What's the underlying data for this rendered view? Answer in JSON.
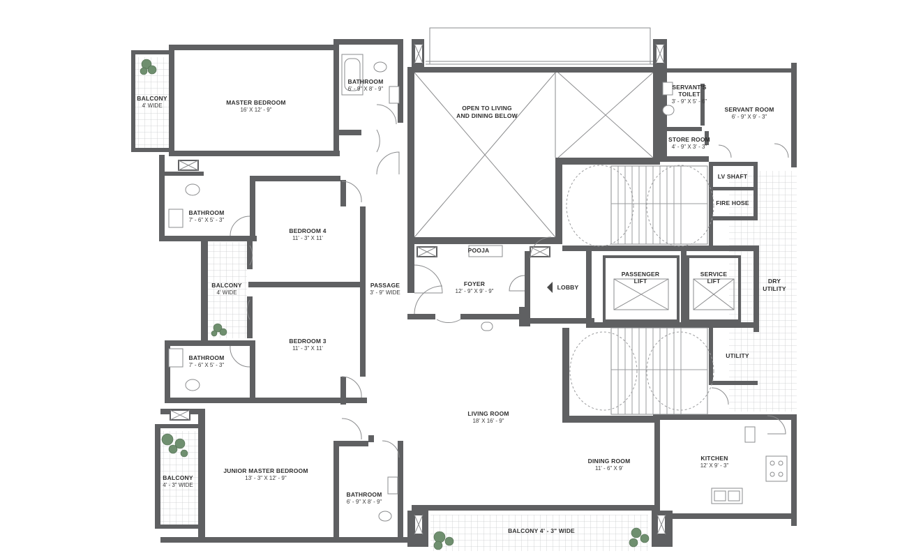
{
  "rooms": {
    "balcony_master": {
      "name": "BALCONY",
      "dim": "4' WIDE"
    },
    "master_bedroom": {
      "name": "MASTER BEDROOM",
      "dim": "16' X 12' - 9\""
    },
    "bathroom_master": {
      "name": "BATHROOM",
      "dim": "6' - 9\" X 8' - 9\""
    },
    "open_to_living": {
      "line1": "OPEN TO LIVING",
      "line2": "AND DINING BELOW"
    },
    "servants_toilet": {
      "line1": "SERVANT'S",
      "line2": "TOILET",
      "dim": "3' - 9\" X 5' - 6\""
    },
    "servant_room": {
      "name": "SERVANT ROOM",
      "dim": "6' - 9\" X 9' - 3\""
    },
    "store_room": {
      "name": "STORE ROOM",
      "dim": "4' - 9\" X 3' - 3\""
    },
    "lv_shaft": {
      "name": "LV SHAFT"
    },
    "fire_hose": {
      "name": "FIRE HOSE"
    },
    "bathroom_4": {
      "name": "BATHROOM",
      "dim": "7' - 6\" X 5' - 3\""
    },
    "bedroom_4": {
      "name": "BEDROOM 4",
      "dim": "11' - 3\" X 11'"
    },
    "pooja": {
      "name": "POOJA"
    },
    "balcony_mid": {
      "name": "BALCONY",
      "dim": "4' WIDE"
    },
    "passage": {
      "name": "PASSAGE",
      "dim": "3' - 9\" WIDE"
    },
    "foyer": {
      "name": "FOYER",
      "dim": "12' - 9\" X 9' - 9\""
    },
    "lobby": {
      "name": "LOBBY"
    },
    "passenger_lift": {
      "line1": "PASSENGER",
      "line2": "LIFT"
    },
    "service_lift": {
      "line1": "SERVICE",
      "line2": "LIFT"
    },
    "dry_utility": {
      "line1": "DRY",
      "line2": "UTILITY"
    },
    "bathroom_3": {
      "name": "BATHROOM",
      "dim": "7' - 6\" X 5' - 3\""
    },
    "bedroom_3": {
      "name": "BEDROOM 3",
      "dim": "11' - 3\" X 11'"
    },
    "utility": {
      "name": "UTILITY"
    },
    "living_room": {
      "name": "LIVING ROOM",
      "dim": "18' X 16' - 9\""
    },
    "dining_room": {
      "name": "DINING ROOM",
      "dim": "11' - 6\" X 9'"
    },
    "kitchen": {
      "name": "KITCHEN",
      "dim": "12' X 9' - 3\""
    },
    "balcony_junior": {
      "name": "BALCONY",
      "dim": "4' - 3\" WIDE"
    },
    "junior_master_bedroom": {
      "name": "JUNIOR MASTER BEDROOM",
      "dim": "13' - 3\" X 12' - 9\""
    },
    "bathroom_junior": {
      "name": "BATHROOM",
      "dim": "6' - 9\" X 8' - 9\""
    },
    "balcony_living": {
      "name": "BALCONY 4' - 3\" WIDE"
    }
  },
  "colors": {
    "wall": "#5f6062",
    "line": "#8a8b8d",
    "tree": "#6f8f6f",
    "tile": "#c9cacc"
  }
}
